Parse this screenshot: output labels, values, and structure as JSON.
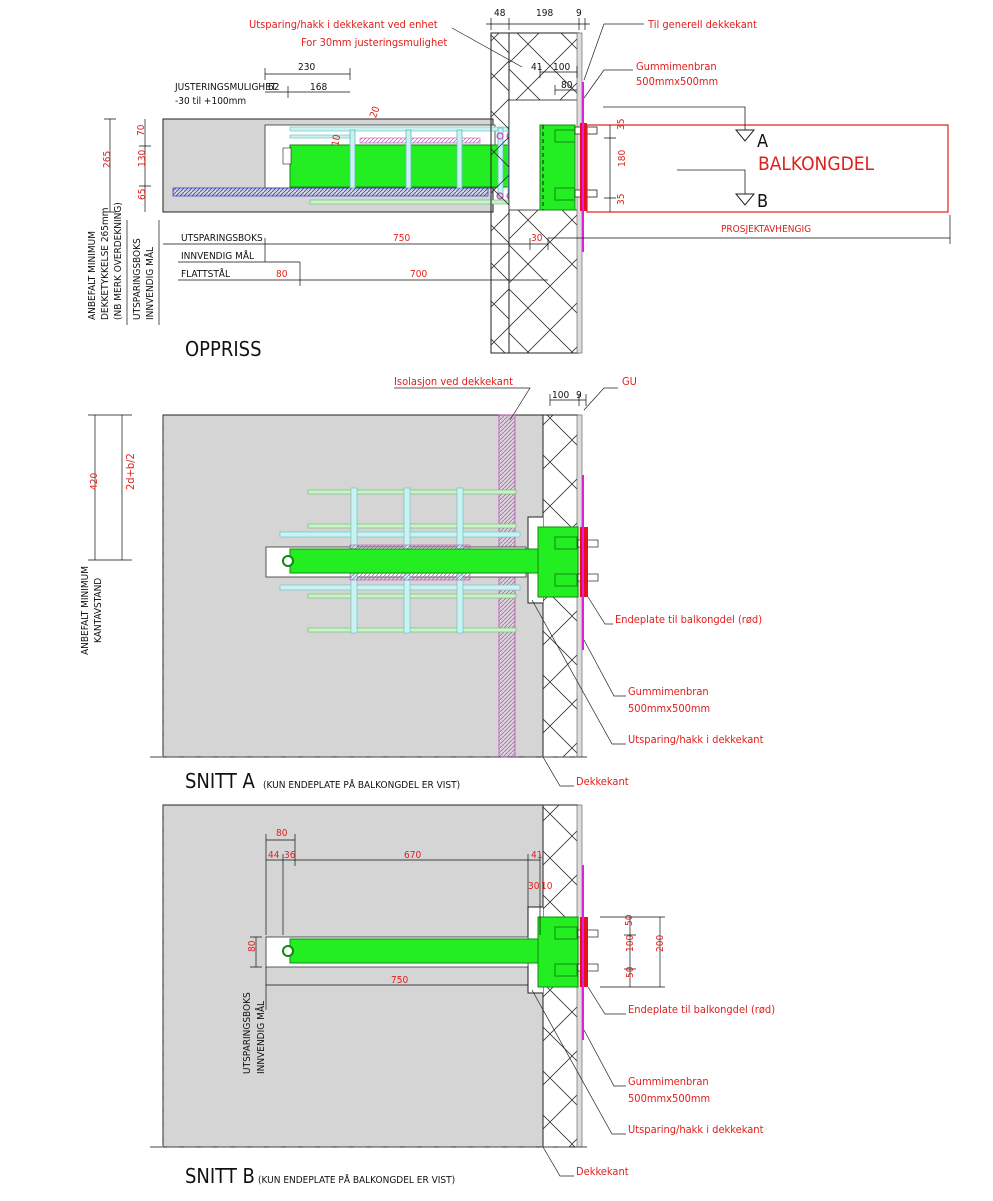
{
  "colors": {
    "concrete": "#d5d5d5",
    "steel_green": "#22ee22",
    "endplate_red": "#e8111b",
    "membrane_magenta": "#e020e0",
    "rebar_cyan": "#c9f3f3",
    "annotation_red": "#e0201c",
    "insulation_pink": "#e6a6e6"
  },
  "views": {
    "oppriss": "OPPRISS",
    "snitt_a": "SNITT A",
    "snitt_a_note": "(KUN ENDEPLATE PÅ BALKONGDEL ER VIST)",
    "snitt_b": "SNITT B",
    "snitt_b_note": "(KUN ENDEPLATE PÅ BALKONGDEL ER VIST)"
  },
  "oppriss": {
    "notes": {
      "recess_line1": "Utsparing/hakk i dekkekant ved enhet",
      "recess_line2": "For 30mm justeringsmulighet",
      "general_edge": "Til generell dekkekant",
      "membrane_line1": "Gummimenbran",
      "membrane_line2": "500mmx500mm",
      "balcony": "BALKONGDEL",
      "project": "PROSJEKTAVHENGIG",
      "adjust_line1": "JUSTERINGSMULIGHET",
      "adjust_line2": "-30 til +100mm",
      "section_a": "A",
      "section_b": "B"
    },
    "dims": {
      "d48": "48",
      "d198": "198",
      "d9": "9",
      "d41": "41",
      "d100": "100",
      "d80": "80",
      "d230": "230",
      "d62": "62",
      "d168": "168",
      "d20": "20",
      "d10": "10",
      "d265": "265",
      "d70": "70",
      "d130": "130",
      "d65": "65",
      "d35a": "35",
      "d180": "180",
      "d35b": "35",
      "d750": "750",
      "d30": "30",
      "d80b": "80",
      "d700": "700"
    },
    "rows": {
      "box": "UTSPARINGSBOKS",
      "inner": "INNVENDIG MÅL",
      "flat": "FLATTSTÅL"
    },
    "side_labels": {
      "l1": "ANBEFALT MINIMUM",
      "l2": "DEKKETYKKELSE 265mm",
      "l3": "(NB MERK OVERDEKNING)",
      "l4": "UTSPARINGSBOKS",
      "l5": "INNVENDIG MÅL"
    }
  },
  "snitt_a": {
    "notes": {
      "insulation": "Isolasjon ved dekkekant",
      "gu": "GU",
      "d100": "100",
      "d9": "9",
      "endplate": "Endeplate til balkongdel (rød)",
      "membrane_line1": "Gummimenbran",
      "membrane_line2": "500mmx500mm",
      "recess": "Utsparing/hakk i dekkekant",
      "deck_edge": "Dekkekant"
    },
    "dims": {
      "d420": "420",
      "d2db2": "2d+b/2"
    },
    "side_labels": {
      "l1": "ANBEFALT MINIMUM",
      "l2": "KANTAVSTAND"
    }
  },
  "snitt_b": {
    "dims": {
      "d80": "80",
      "d44": "44",
      "d36": "36",
      "d670": "670",
      "d41": "41",
      "d30": "30",
      "d10": "10",
      "d80v": "80",
      "d750": "750",
      "d50a": "50",
      "d100": "100",
      "d50b": "50",
      "d200": "200"
    },
    "notes": {
      "endplate": "Endeplate til balkongdel (rød)",
      "membrane_line1": "Gummimenbran",
      "membrane_line2": "500mmx500mm",
      "recess": "Utsparing/hakk i dekkekant",
      "deck_edge": "Dekkekant"
    },
    "side_labels": {
      "l1": "UTSPARINGSBOKS",
      "l2": "INNVENDIG MÅL"
    }
  }
}
